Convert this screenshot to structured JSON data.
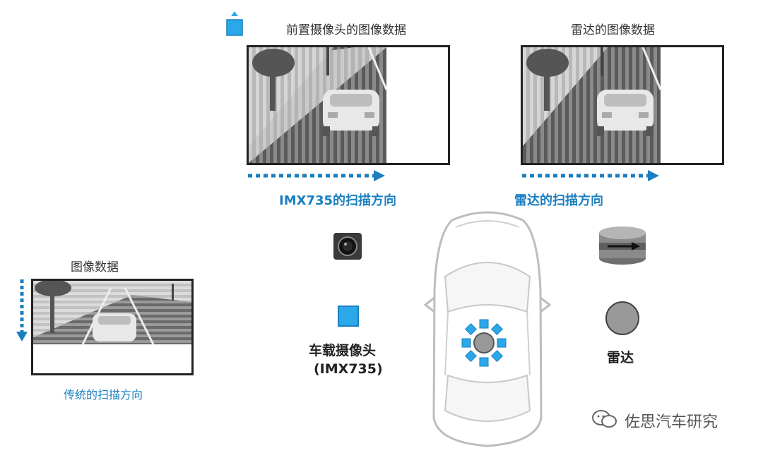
{
  "front_camera": {
    "title": "前置摄像头的图像数据",
    "scan_label": "IMX735的扫描方向"
  },
  "radar": {
    "title": "雷达的图像数据",
    "scan_label": "雷达的扫描方向",
    "legend_label": "雷达"
  },
  "traditional": {
    "title": "图像数据",
    "scan_label": "传统的扫描方向"
  },
  "vehicle_camera": {
    "line1": "车载摄像头",
    "line2": "(IMX735)"
  },
  "watermark": "佐思汽车研究",
  "colors": {
    "accent_blue": "#1a7fc1",
    "sensor_blue": "#2aa8e8",
    "frame": "#222222"
  }
}
